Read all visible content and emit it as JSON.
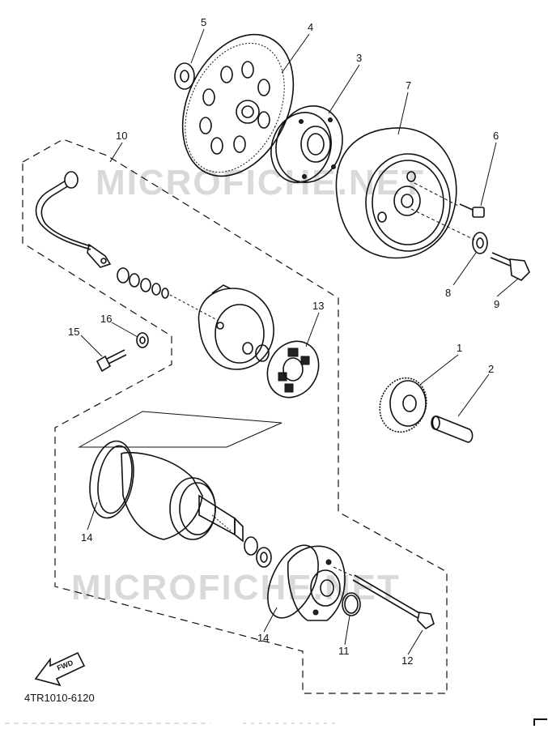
{
  "part_labels": {
    "p1": "1",
    "p2": "2",
    "p3": "3",
    "p4": "4",
    "p5": "5",
    "p6": "6",
    "p7": "7",
    "p8": "8",
    "p9": "9",
    "p10": "10",
    "p11": "11",
    "p12": "12",
    "p13": "13",
    "p14a": "14",
    "p14b": "14",
    "p15": "15",
    "p16": "16"
  },
  "watermark": {
    "top": "MICROFICHE.NET",
    "bottom": "MICROFICHE.NET"
  },
  "fwd_label": "FWD",
  "diagram_code": "4TR1010-6120",
  "colors": {
    "ink": "#111111",
    "watermark": "#d9d9d9",
    "background": "#ffffff"
  }
}
